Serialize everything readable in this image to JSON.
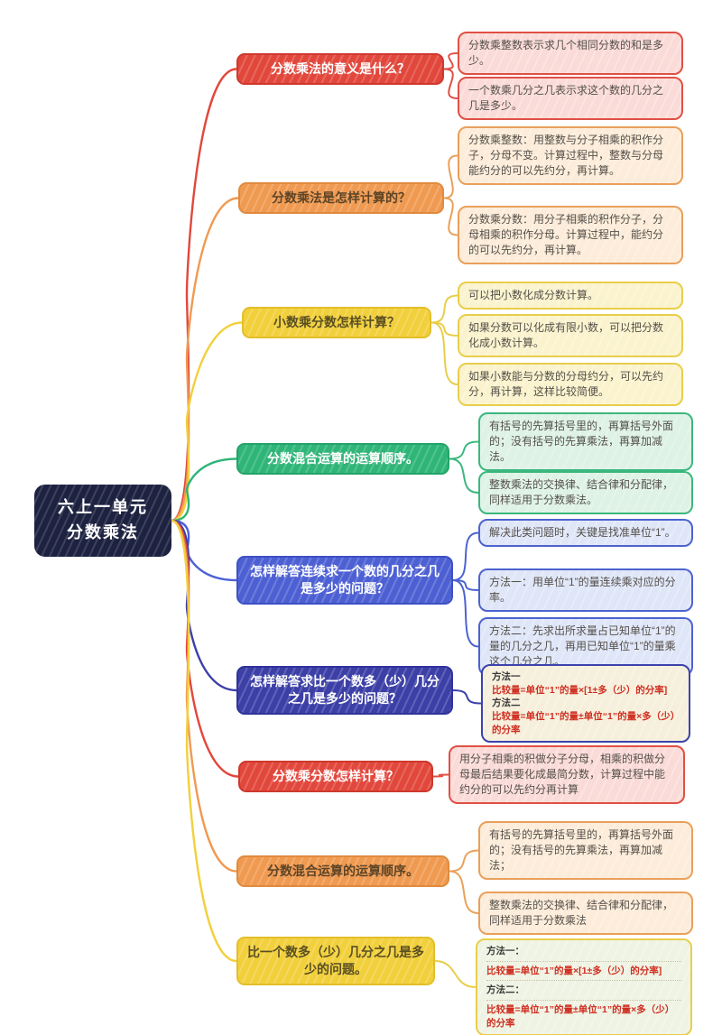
{
  "root": {
    "lines": [
      "六上一单元",
      "分数乘法"
    ],
    "fill": "#1d2240",
    "text_color": "#ffffff"
  },
  "branches": [
    {
      "label": "分数乘法的意义是什么？",
      "fill": "#e2473c",
      "border": "#cf382d",
      "label_color": "#ffffff",
      "leaf_fill": "#fadbd8",
      "leaf_border": "#e05044",
      "leaves": [
        {
          "lines": [
            {
              "style": "normal",
              "text": "分数乘整数表示求几个相同分数的和是多少。"
            }
          ]
        },
        {
          "lines": [
            {
              "style": "normal",
              "text": "一个数乘几分之几表示求这个数的几分之几是多少。"
            }
          ]
        }
      ]
    },
    {
      "label": "分数乘法是怎样计算的？",
      "fill": "#f09a51",
      "border": "#e18a3e",
      "label_color": "#5d4426",
      "leaf_fill": "#fcecd9",
      "leaf_border": "#e9a05a",
      "leaves": [
        {
          "lines": [
            {
              "style": "normal",
              "text": "分数乘整数：用整数与分子相乘的积作分子，分母不变。计算过程中，整数与分母能约分的可以先约分，再计算。"
            }
          ]
        },
        {
          "lines": [
            {
              "style": "normal",
              "text": "分数乘分数：用分子相乘的积作分子，分母相乘的积作分母。计算过程中，能约分的可以先约分，再计算。"
            }
          ]
        }
      ]
    },
    {
      "label": "小数乘分数怎样计算？",
      "fill": "#f2d03c",
      "border": "#e3bf2a",
      "label_color": "#5a4f22",
      "leaf_fill": "#fbf3cd",
      "leaf_border": "#e8ce4b",
      "leaves": [
        {
          "lines": [
            {
              "style": "normal",
              "text": "可以把小数化成分数计算。"
            }
          ]
        },
        {
          "lines": [
            {
              "style": "normal",
              "text": "如果分数可以化成有限小数，可以把分数化成小数计算。"
            }
          ]
        },
        {
          "lines": [
            {
              "style": "normal",
              "text": "如果小数能与分数的分母约分，可以先约分，再计算，这样比较简便。"
            }
          ]
        }
      ]
    },
    {
      "label": "分数混合运算的运算顺序。",
      "fill": "#2fb578",
      "border": "#23a369",
      "label_color": "#ffffff",
      "leaf_fill": "#def2e6",
      "leaf_border": "#3bb77e",
      "leaves": [
        {
          "lines": [
            {
              "style": "normal",
              "text": "有括号的先算括号里的，再算括号外面的；没有括号的先算乘法，再算加减法。"
            }
          ]
        },
        {
          "lines": [
            {
              "style": "normal",
              "text": "整数乘法的交换律、结合律和分配律，同样适用于分数乘法。"
            }
          ]
        }
      ]
    },
    {
      "label": "怎样解答连续求一个数的几分之几是多少的问题？",
      "fill": "#4d60d3",
      "border": "#3e50c4",
      "label_color": "#ffffff",
      "leaf_fill": "#dfe6f8",
      "leaf_border": "#4c63cf",
      "leaves": [
        {
          "lines": [
            {
              "style": "normal",
              "text": "解决此类问题时，关键是找准单位“1”。"
            }
          ]
        },
        {
          "lines": [
            {
              "style": "normal",
              "text": "方法一：用单位“1”的量连续乘对应的分率。"
            }
          ]
        },
        {
          "lines": [
            {
              "style": "normal",
              "text": "方法二：先求出所求量占已知单位“1”的量的几分之几，再用已知单位“1”的量乘这个几分之几。"
            }
          ]
        }
      ]
    },
    {
      "label": "怎样解答求比一个数多（少）几分之几是多少的问题？",
      "fill": "#3c3fa6",
      "border": "#30339a",
      "label_color": "#ffffff",
      "leaf_fill": "#f6efdb",
      "leaf_border": "#3c43ab",
      "leaves": [
        {
          "lines": [
            {
              "style": "label",
              "text": "方法一"
            },
            {
              "style": "formula",
              "text": "比较量=单位“1”的量×[1±多（少）的分率]"
            },
            {
              "style": "label",
              "text": "方法二"
            },
            {
              "style": "formula",
              "text": "比较量=单位“1”的量±单位“1”的量×多（少）的分率"
            }
          ]
        }
      ]
    },
    {
      "label": "分数乘分数怎样计算？",
      "fill": "#e2473c",
      "border": "#cf382d",
      "label_color": "#ffffff",
      "leaf_fill": "#fadbd8",
      "leaf_border": "#e05044",
      "leaves": [
        {
          "lines": [
            {
              "style": "normal",
              "text": "用分子相乘的积做分子分母，相乘的积做分母最后结果要化成最简分数，计算过程中能约分的可以先约分再计算"
            }
          ]
        }
      ]
    },
    {
      "label": "分数混合运算的运算顺序。",
      "fill": "#f09a51",
      "border": "#e18a3e",
      "label_color": "#5d4426",
      "leaf_fill": "#fcecd9",
      "leaf_border": "#e9a05a",
      "leaves": [
        {
          "lines": [
            {
              "style": "normal",
              "text": "有括号的先算括号里的，再算括号外面的；没有括号的先算乘法，再算加减法；"
            }
          ]
        },
        {
          "lines": [
            {
              "style": "normal",
              "text": "整数乘法的交换律、结合律和分配律，同样适用于分数乘法"
            }
          ]
        }
      ]
    },
    {
      "label": "比一个数多（少）几分之几是多少的问题。",
      "fill": "#f2d03c",
      "border": "#e3bf2a",
      "label_color": "#5a4f22",
      "leaf_fill": "#eff3e3",
      "leaf_border": "#e8ce4b",
      "leaves": [
        {
          "lines": [
            {
              "style": "label",
              "text": "方法一："
            },
            {
              "style": "formula",
              "text": "比较量=单位“1”的量×[1±多（少）的分率]"
            },
            {
              "style": "label",
              "text": "方法二："
            },
            {
              "style": "formula",
              "text": "比较量=单位“1”的量±单位“1”的量×多（少）的分率"
            }
          ]
        }
      ]
    }
  ]
}
